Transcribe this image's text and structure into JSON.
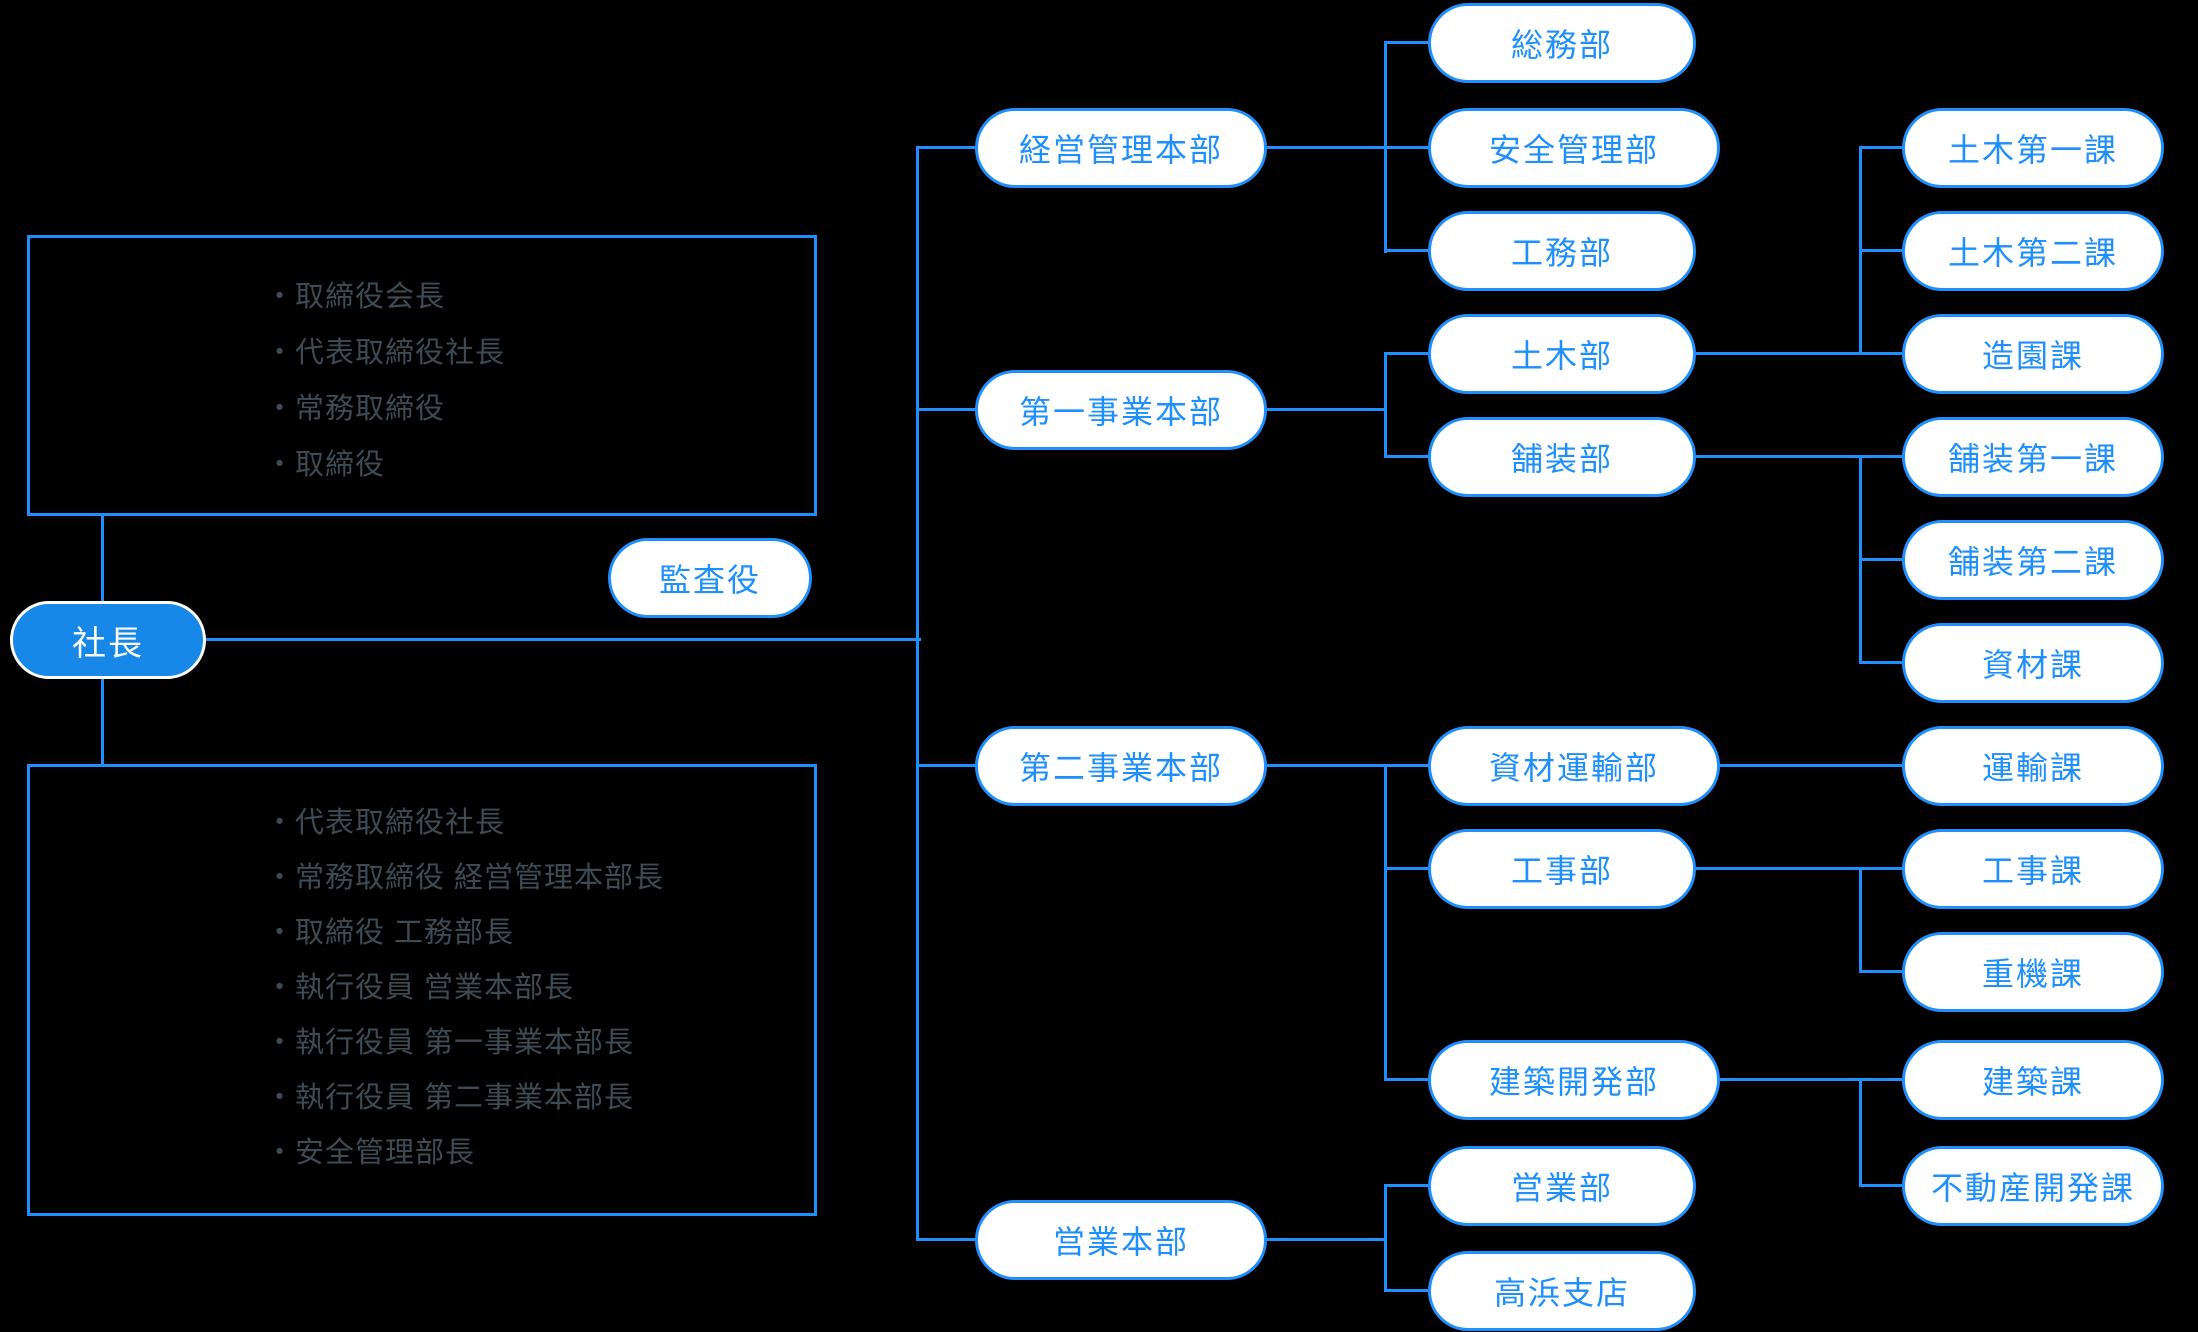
{
  "colors": {
    "accent": "#1e8ffc",
    "president_fill": "#1787e8",
    "node_bg": "#ffffff",
    "list_text": "#3e4b55",
    "background": "#000000"
  },
  "org": {
    "president": "社長",
    "auditor": "監査役",
    "board_box": {
      "items": [
        "・取締役会長",
        "・代表取締役社長",
        "・常務取締役",
        "・取締役"
      ]
    },
    "exec_box": {
      "items": [
        "・代表取締役社長",
        "・常務取締役 経営管理本部長",
        "・取締役 工務部長",
        "・執行役員 営業本部長",
        "・執行役員 第一事業本部長",
        "・執行役員 第二事業本部長",
        "・安全管理部長"
      ]
    },
    "headquarters": [
      {
        "id": "keiei",
        "label": "経営管理本部"
      },
      {
        "id": "daiichi",
        "label": "第一事業本部"
      },
      {
        "id": "daini",
        "label": "第二事業本部"
      },
      {
        "id": "eigyo",
        "label": "営業本部"
      }
    ],
    "departments": [
      {
        "id": "soumu",
        "label": "総務部"
      },
      {
        "id": "anzen",
        "label": "安全管理部"
      },
      {
        "id": "koumu",
        "label": "工務部"
      },
      {
        "id": "doboku",
        "label": "土木部"
      },
      {
        "id": "hosou",
        "label": "舗装部"
      },
      {
        "id": "shizai_unyu",
        "label": "資材運輸部"
      },
      {
        "id": "kouji",
        "label": "工事部"
      },
      {
        "id": "kenchiku_kaihatsu",
        "label": "建築開発部"
      },
      {
        "id": "eigyobu",
        "label": "営業部"
      },
      {
        "id": "takahama",
        "label": "高浜支店"
      }
    ],
    "sections": [
      {
        "id": "doboku1",
        "label": "土木第一課"
      },
      {
        "id": "doboku2",
        "label": "土木第二課"
      },
      {
        "id": "zouen",
        "label": "造園課"
      },
      {
        "id": "hosou1",
        "label": "舗装第一課"
      },
      {
        "id": "hosou2",
        "label": "舗装第二課"
      },
      {
        "id": "shizai",
        "label": "資材課"
      },
      {
        "id": "unyu",
        "label": "運輸課"
      },
      {
        "id": "koujika",
        "label": "工事課"
      },
      {
        "id": "juki",
        "label": "重機課"
      },
      {
        "id": "kenchikuka",
        "label": "建築課"
      },
      {
        "id": "fudosan",
        "label": "不動産開発課"
      }
    ]
  }
}
